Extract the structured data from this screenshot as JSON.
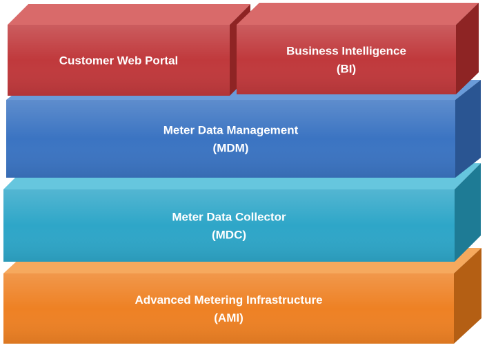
{
  "layers": [
    {
      "id": "web-portal",
      "lines": [
        "Customer  Web Portal"
      ],
      "colors": {
        "front": "#c0393c",
        "top": "#d96a6a",
        "side": "#8e2424"
      }
    },
    {
      "id": "bi",
      "lines": [
        "Business Intelligence",
        "(BI)"
      ],
      "colors": {
        "front": "#c0393c",
        "top": "#d96a6a",
        "side": "#8e2424"
      }
    },
    {
      "id": "mdm",
      "lines": [
        "Meter Data Management",
        "(MDM)"
      ],
      "colors": {
        "front": "#3b74c2",
        "top": "#6a9bd9",
        "side": "#2a5592"
      }
    },
    {
      "id": "mdc",
      "lines": [
        "Meter Data Collector",
        "(MDC)"
      ],
      "colors": {
        "front": "#2ea6c8",
        "top": "#66c6de",
        "side": "#1e7b95"
      }
    },
    {
      "id": "ami",
      "lines": [
        "Advanced Metering Infrastructure",
        "(AMI)"
      ],
      "colors": {
        "front": "#ee8124",
        "top": "#f6a95e",
        "side": "#b45f14"
      }
    }
  ]
}
